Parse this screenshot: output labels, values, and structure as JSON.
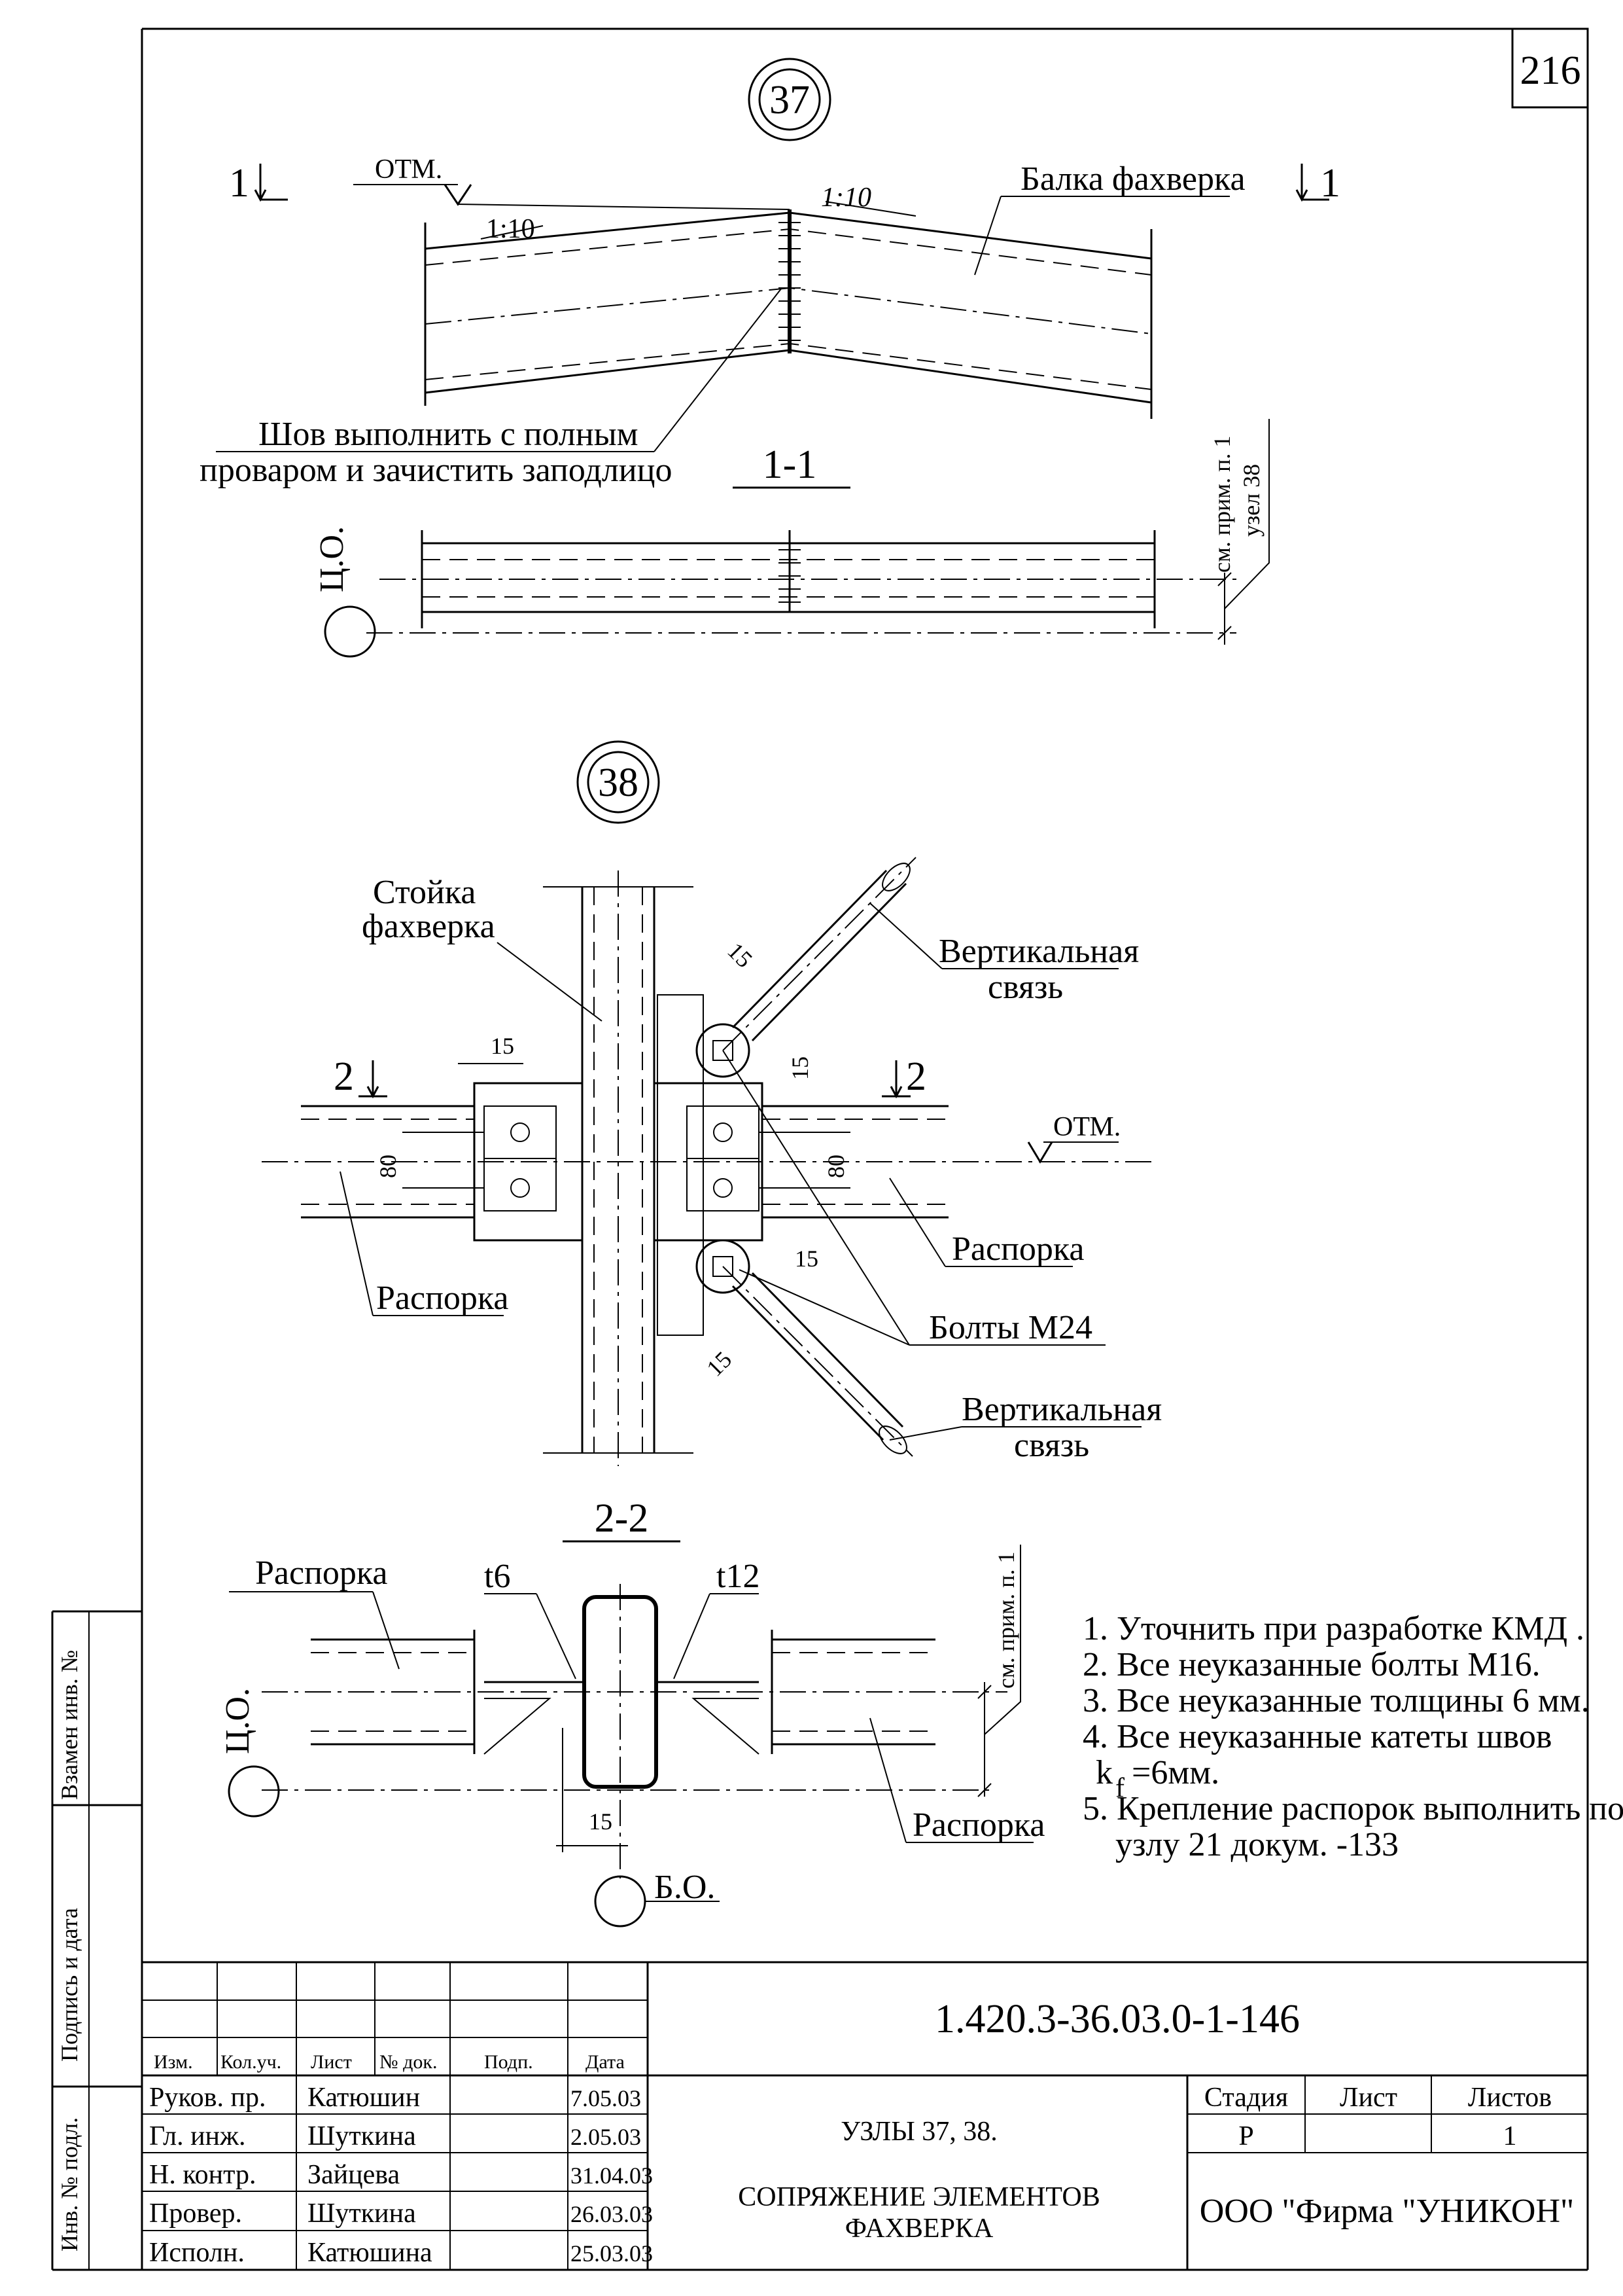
{
  "sheet_number": "216",
  "node_37": {
    "label": "37",
    "section_marker": "1",
    "elevation_mark": "ОТМ.",
    "slope_left": "1:10",
    "slope_right": "1:10",
    "beam_label": "Балка фахверка",
    "weld_note_line1": "Шов выполнить с полным",
    "weld_note_line2": "проваром и зачистить заподлицо",
    "section_title": "1-1",
    "axis_label": "Ц.О.",
    "ref_note_line1": "см. прим. п. 1",
    "ref_note_line2": "узел 38"
  },
  "node_38": {
    "label": "38",
    "post_label_line1": "Стойка",
    "post_label_line2": "фахверка",
    "brace_label_line1": "Вертикальная",
    "brace_label_line2": "связь",
    "strut_label": "Распорка",
    "bolts_label": "Болты М24",
    "section_marker": "2",
    "elevation_mark": "ОТМ.",
    "dim_15": "15",
    "dim_80": "80"
  },
  "section_2_2": {
    "title": "2-2",
    "strut_label": "Распорка",
    "t6": "t6",
    "t12": "t12",
    "axis_co": "Ц.О.",
    "axis_bo": "Б.О.",
    "dim_15": "15",
    "ref_note": "см. прим. п. 1"
  },
  "notes": [
    "1. Уточнить при разработке КМД .",
    "2. Все неуказанные болты М16.",
    "3. Все неуказанные толщины 6 мм.",
    "4. Все неуказанные катеты швов",
    "k",
    "f",
    "=6мм.",
    "5. Крепление распорок выполнить по",
    "узлу 21 докум. -133"
  ],
  "side_stamp": {
    "replaced": "Взамен инв. №",
    "signature": "Подпись и дата",
    "inventory": "Инв. № подл."
  },
  "title_block": {
    "document_code": "1.420.3-36.03.0-1-146",
    "headers": [
      "Изм.",
      "Кол.уч.",
      "Лист",
      "№ док.",
      "Подп.",
      "Дата"
    ],
    "signers": [
      {
        "role": "Руков. пр.",
        "name": "Катюшин",
        "date": "7.05.03"
      },
      {
        "role": "Гл. инж.",
        "name": "Шуткина",
        "date": "2.05.03"
      },
      {
        "role": "Н. контр.",
        "name": "Зайцева",
        "date": "31.04.03"
      },
      {
        "role": "Провер.",
        "name": "Шуткина",
        "date": "26.03.03"
      },
      {
        "role": "Исполн.",
        "name": "Катюшина",
        "date": "25.03.03"
      }
    ],
    "title_line1": "УЗЛЫ 37, 38.",
    "title_line2": "СОПРЯЖЕНИЕ ЭЛЕМЕНТОВ",
    "title_line3": "ФАХВЕРКА",
    "stage_header": "Стадия",
    "sheet_header": "Лист",
    "sheets_header": "Листов",
    "stage": "Р",
    "sheet": "",
    "sheets": "1",
    "company": "ООО  \"Фирма \"УНИКОН\""
  }
}
